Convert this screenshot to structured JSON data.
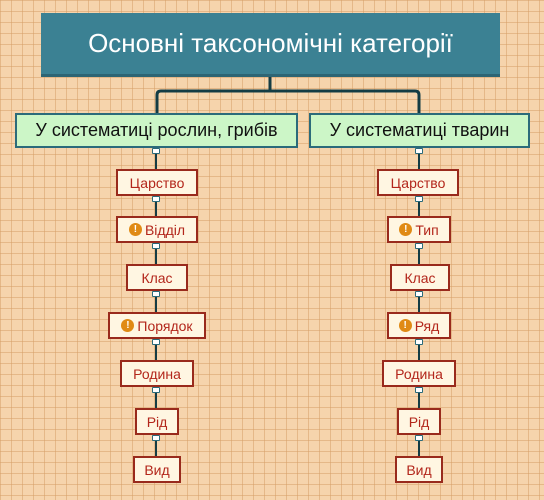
{
  "title": "Основні таксономічні категорії",
  "branches": [
    {
      "label": "У систематиці рослин, грибів",
      "nodes": [
        {
          "label": "Царство",
          "warning": false
        },
        {
          "label": "Відділ",
          "warning": true
        },
        {
          "label": "Клас",
          "warning": false
        },
        {
          "label": "Порядок",
          "warning": true
        },
        {
          "label": "Родина",
          "warning": false
        },
        {
          "label": "Рід",
          "warning": false
        },
        {
          "label": "Вид",
          "warning": false
        }
      ]
    },
    {
      "label": "У систематиці тварин",
      "nodes": [
        {
          "label": "Царство",
          "warning": false
        },
        {
          "label": "Тип",
          "warning": true
        },
        {
          "label": "Клас",
          "warning": false
        },
        {
          "label": "Ряд",
          "warning": true
        },
        {
          "label": "Родина",
          "warning": false
        },
        {
          "label": "Рід",
          "warning": false
        },
        {
          "label": "Вид",
          "warning": false
        }
      ]
    }
  ],
  "colors": {
    "title_bg": "#3b8193",
    "branch_bg": "#ccf6c7",
    "node_border": "#992a1c",
    "node_text": "#b3261b",
    "connector": "#143c44",
    "warning_icon": "#e08a14"
  }
}
